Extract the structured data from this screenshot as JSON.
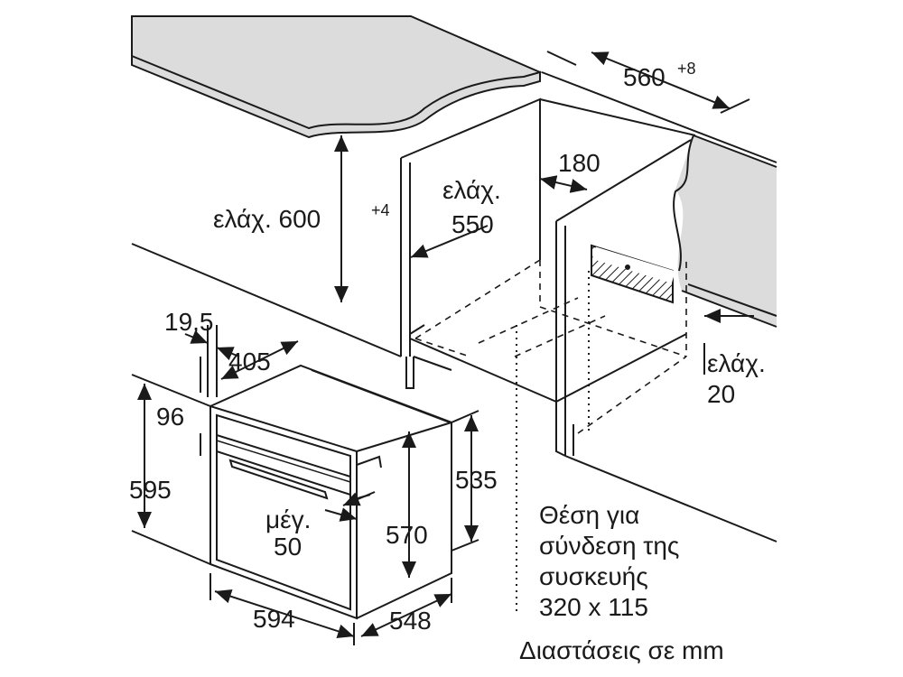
{
  "labels": {
    "width_niche": "560",
    "width_niche_tol": "+8",
    "min_600_prefix": "ελάχ. 600",
    "min_600_tol": "+4",
    "min_550_line1": "ελάχ.",
    "min_550_line2": "550",
    "d180": "180",
    "d19_5": "19,5",
    "d405": "405",
    "d96": "96",
    "d595": "595",
    "d535": "535",
    "max50_line1": "μέγ.",
    "max50_line2": "50",
    "d570": "570",
    "d594": "594",
    "d548": "548",
    "min20_line1": "ελάχ.",
    "min20_line2": "20",
    "conn_line1": "Θέση για",
    "conn_line2": "σύνδεση της",
    "conn_line3": "συσκευής",
    "conn_line4": "320 x 115",
    "units": "Διαστάσεις σε mm"
  }
}
